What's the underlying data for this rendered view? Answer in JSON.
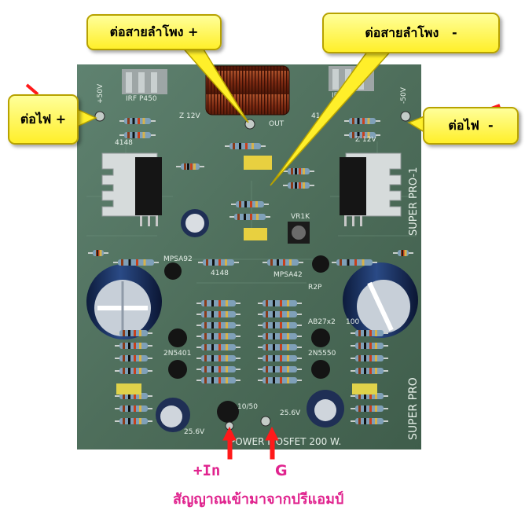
{
  "callouts": {
    "speaker_plus": "ต่อสายลำโพง +",
    "speaker_minus": "ต่อสายลำโพง   -",
    "power_plus": "ต่อไฟ +",
    "power_minus": "ต่อไฟ  -"
  },
  "bottom_labels": {
    "input_plus": "+In",
    "ground": "G",
    "signal_note": "สัญญาณเข้ามาจากปรีแอมป์"
  },
  "board_markings": {
    "irf_left": "IRF P450",
    "irf_right": "IRF",
    "rail_plus": "+50V",
    "rail_minus": "-50V",
    "zener_left": "Z 12V",
    "zener_right": "Z 12V",
    "diode_top_right": "4148",
    "diode_top_left": "4148",
    "out": "OUT",
    "mpsa92": "MPSA92",
    "mpsa42": "MPSA42",
    "diode_mid": "4148",
    "vr1k": "VR1K",
    "r2p": "R2P",
    "cap_10_50": "10/50",
    "cap_25_6v": "25.6V",
    "cap_25_6v_left": "25.6V",
    "cap_100": "100",
    "r_ab27": "AB27x2",
    "transistor_left": "2N5401",
    "transistor_right": "2N5550",
    "brand_top": "SUPER PRO-1",
    "brand_side": "SUPER PRO",
    "footer": "POWER MOSFET 200 W."
  },
  "colors": {
    "callout_fill": "#ffef2a",
    "callout_border": "#b7a200",
    "arrow_red": "#ff1a1a",
    "label_magenta": "#e0238e",
    "pcb_green": "#4c6b58"
  }
}
